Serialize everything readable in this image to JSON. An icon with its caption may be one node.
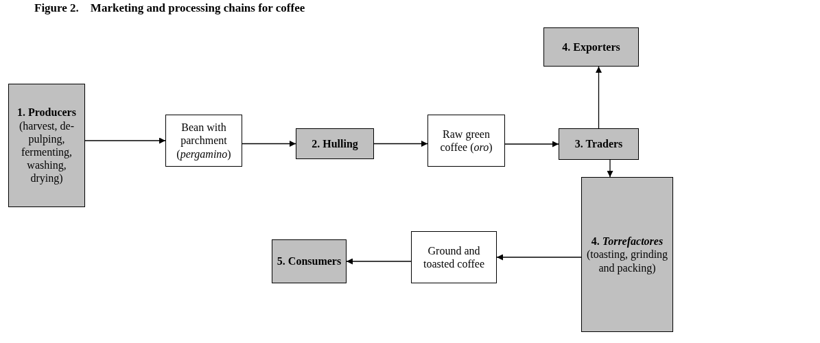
{
  "diagram": {
    "title": "Figure 2.    Marketing and processing chains for coffee",
    "nodes": [
      {
        "text": [
          "1. Producers",
          "(harvest, de-pulping, fermenting, washing, drying)"
        ]
      },
      {
        "text": [
          "Bean with parchment (*pergamino*)"
        ]
      },
      {
        "text": [
          "2. Hulling"
        ]
      },
      {
        "text": [
          "Raw green coffee (*oro*)"
        ]
      },
      {
        "text": [
          "3. Traders"
        ]
      },
      {
        "text": [
          "4. Exporters"
        ]
      },
      {
        "text": [
          "4. *Torrefactores*",
          "(toasting, grinding and packing)"
        ]
      },
      {
        "text": [
          "Ground and toasted coffee"
        ]
      },
      {
        "text": [
          "5. Consumers"
        ]
      }
    ],
    "edges": [
      {
        "from": 0,
        "to": 1,
        "arrow": "to"
      },
      {
        "from": 1,
        "to": 2,
        "arrow": "to"
      },
      {
        "from": 2,
        "to": 3,
        "arrow": "to"
      },
      {
        "from": 3,
        "to": 4,
        "arrow": "to"
      },
      {
        "from": 4,
        "to": 5,
        "arrow": "to"
      },
      {
        "from": 4,
        "to": 6,
        "arrow": "to"
      },
      {
        "from": 6,
        "to": 7,
        "arrow": "to"
      },
      {
        "from": 7,
        "to": 8,
        "arrow": "to"
      }
    ]
  }
}
